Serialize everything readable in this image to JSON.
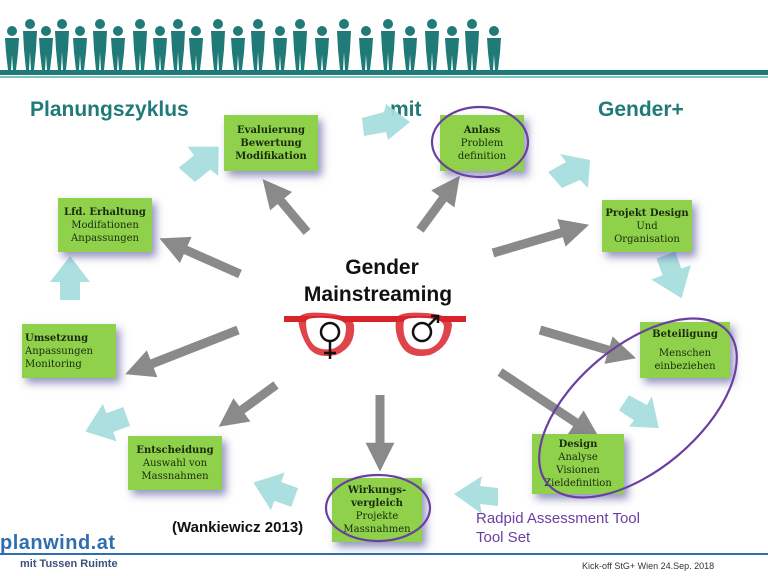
{
  "headings": {
    "left": "Planungszyklus",
    "middle": "mit",
    "right": "Gender+"
  },
  "center": {
    "line1": "Gender",
    "line2": "Mainstreaming"
  },
  "boxes": {
    "evaluierung": {
      "lines": [
        "Evaluierung",
        "Bewertung",
        "Modifikation"
      ]
    },
    "anlass": {
      "title": "Anlass",
      "lines": [
        "Problem",
        "definition"
      ]
    },
    "projekt_design": {
      "title": "Projekt Design",
      "lines": [
        "Und",
        "Organisation"
      ]
    },
    "beteiligung": {
      "title": "Beteiligung",
      "lines": [
        "Menschen",
        "einbeziehen"
      ]
    },
    "design": {
      "title": "Design",
      "lines": [
        "Analyse",
        "Visionen",
        "Zieldefinition"
      ]
    },
    "wirkungsvergleich": {
      "title_lines": [
        "Wirkungs-",
        "vergleich"
      ],
      "lines": [
        "Projekte",
        "Massnahmen"
      ]
    },
    "entscheidung": {
      "title": "Entscheidung",
      "lines": [
        "Auswahl von",
        "Massnahmen"
      ]
    },
    "umsetzung": {
      "title": "Umsetzung",
      "lines": [
        "Anpassungen",
        "Monitoring"
      ]
    },
    "erhaltung": {
      "title": "Lfd. Erhaltung",
      "lines": [
        "Modifationen",
        "Anpassungen"
      ]
    }
  },
  "source": "(Wankiewicz 2013)",
  "tool_note": {
    "line1": "Radpid Assessment Tool",
    "line2": "Tool Set"
  },
  "footer": {
    "logo": "planwind.at",
    "tagline": "mit Tussen Ruimte",
    "event": "Kick-off StG+  Wien  24.Sep. 2018"
  },
  "colors": {
    "header_band": "#1f7a78",
    "box_fill": "#8fd14a",
    "cycle_arrow": "#a8dede",
    "spoke_arrow": "#8a8a8a",
    "highlight": "#6b3fa0",
    "glasses": "#d8232a"
  }
}
